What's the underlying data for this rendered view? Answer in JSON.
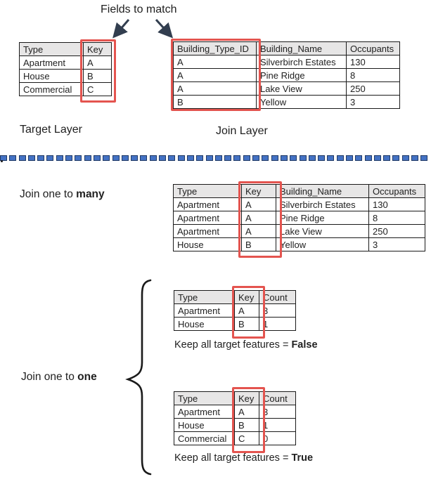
{
  "title": "Fields to match",
  "labels": {
    "target_layer": "Target Layer",
    "join_layer": "Join Layer",
    "join_many_prefix": "Join one to ",
    "join_many_bold": "many",
    "join_one_prefix": "Join one to ",
    "join_one_bold": "one",
    "keep_false_prefix": "Keep all target features = ",
    "keep_false_bold": "False",
    "keep_true_prefix": "Keep all target features = ",
    "keep_true_bold": "True"
  },
  "colors": {
    "key_highlight": "#e4544f",
    "arrow": "#323e4f",
    "divider_fill": "#4472c4",
    "divider_border": "#1f3864",
    "table_header_bg": "#e7e6e6",
    "text": "#212121"
  },
  "tables": {
    "target": {
      "headers": [
        "Type",
        "Key"
      ],
      "rows": [
        [
          "Apartment",
          "A"
        ],
        [
          "House",
          "B"
        ],
        [
          "Commercial",
          "C"
        ]
      ]
    },
    "join": {
      "headers": [
        "Building_Type_ID",
        "Building_Name",
        "Occupants"
      ],
      "rows": [
        [
          "A",
          "Silverbirch Estates",
          "130"
        ],
        [
          "A",
          "Pine Ridge",
          "8"
        ],
        [
          "A",
          "Lake View",
          "250"
        ],
        [
          "B",
          "Yellow",
          "3"
        ]
      ]
    },
    "one_to_many": {
      "headers": [
        "Type",
        "Key",
        "Building_Name",
        "Occupants"
      ],
      "rows": [
        [
          "Apartment",
          "A",
          "Silverbirch Estates",
          "130"
        ],
        [
          "Apartment",
          "A",
          "Pine Ridge",
          "8"
        ],
        [
          "Apartment",
          "A",
          "Lake View",
          "250"
        ],
        [
          "House",
          "B",
          "Yellow",
          "3"
        ]
      ]
    },
    "one_to_one_false": {
      "headers": [
        "Type",
        "Key",
        "Count"
      ],
      "rows": [
        [
          "Apartment",
          "A",
          "3"
        ],
        [
          "House",
          "B",
          "1"
        ]
      ]
    },
    "one_to_one_true": {
      "headers": [
        "Type",
        "Key",
        "Count"
      ],
      "rows": [
        [
          "Apartment",
          "A",
          "3"
        ],
        [
          "House",
          "B",
          "1"
        ],
        [
          "Commercial",
          "C",
          "0"
        ]
      ]
    }
  },
  "divider": {
    "dash_count": 46
  }
}
